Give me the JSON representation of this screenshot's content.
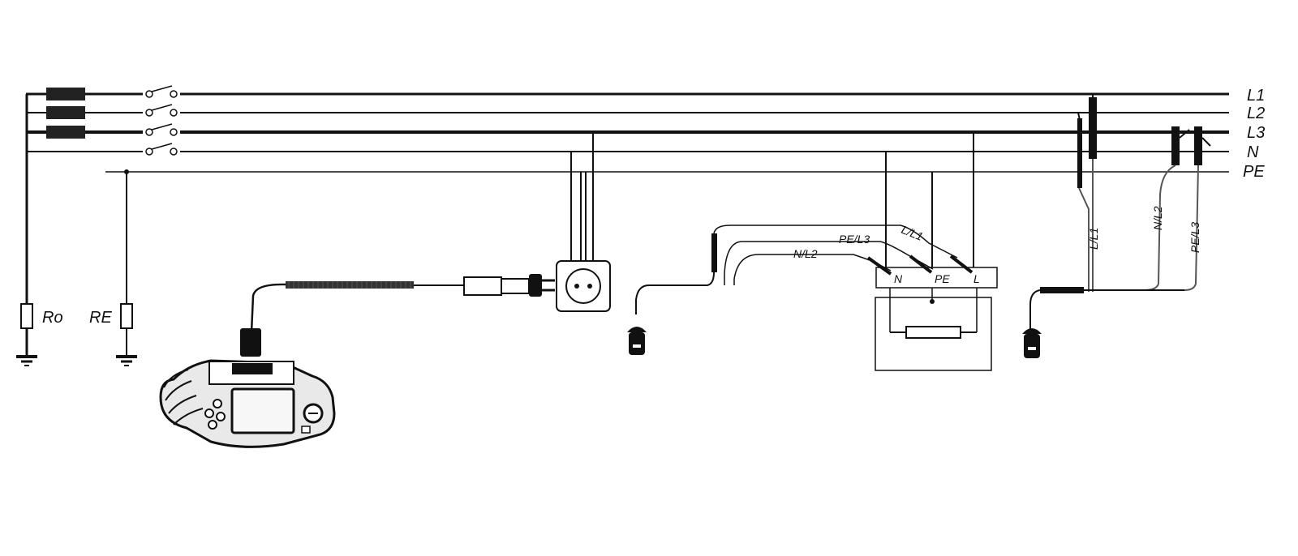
{
  "bus_labels": {
    "l1": "L1",
    "l2": "L2",
    "l3": "L3",
    "n": "N",
    "pe": "PE"
  },
  "resistor_labels": {
    "ro": "Ro",
    "re": "RE"
  },
  "probe_labels": {
    "pe_l3": "PE/L3",
    "l_l1": "L/L1",
    "n_l2": "N/L2"
  },
  "terminal_labels": {
    "n": "N",
    "pe": "PE",
    "l": "L"
  },
  "clamp_labels": {
    "l_l1": "L/L1",
    "n_l2": "N/L2",
    "pe_l3": "PE/L3"
  },
  "colors": {
    "line": "#111111",
    "grey_wire": "#555555",
    "background": "#ffffff"
  }
}
